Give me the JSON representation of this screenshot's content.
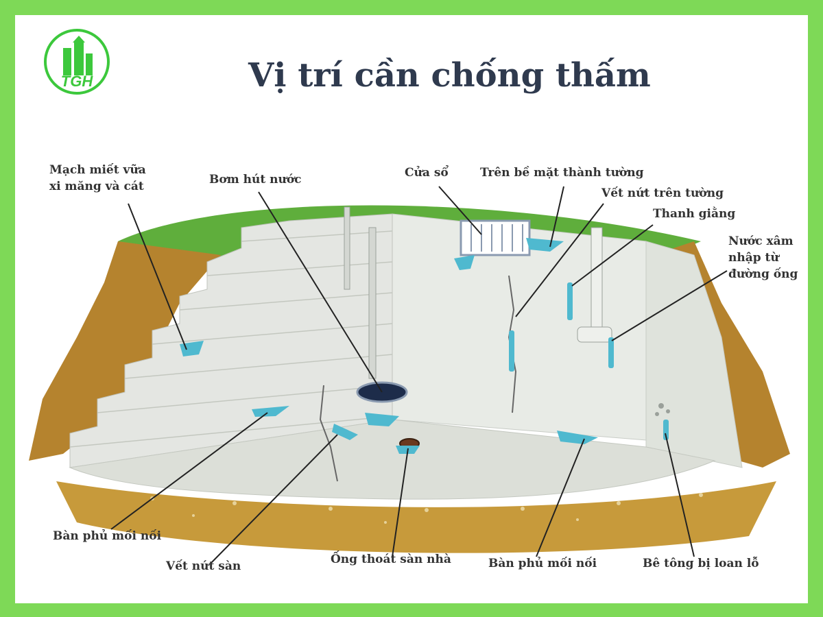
{
  "title": "Vị trí cần chống thấm",
  "logo": {
    "text": "TGH",
    "ring_color": "#3cc83c",
    "icon": "building-icon"
  },
  "colors": {
    "frame": "#7ed957",
    "title": "#2f3a4e",
    "soil": "#b5832e",
    "grass": "#5fae3c",
    "wall": "#e8ebe6",
    "leak": "#4fb9cf"
  },
  "labels": {
    "mortar_joints_1": "Mạch miết vữa",
    "mortar_joints_2": "xi măng và cát",
    "sump_pump": "Bơm hút nước",
    "window": "Cửa sổ",
    "wall_surface": "Trên bề mặt thành tường",
    "wall_crack": "Vết nứt trên tường",
    "tie_rod": "Thanh giằng",
    "pipe_leak_1": "Nước xâm",
    "pipe_leak_2": "nhập từ",
    "pipe_leak_3": "đường ống",
    "joint_cover_left": "Bàn phủ mối nối",
    "floor_crack": "Vết nứt sàn",
    "floor_drain": "Ống thoát sàn nhà",
    "joint_cover_right": "Bàn phủ mối nối",
    "honeycomb_concrete": "Bê tông bị loan lỗ"
  }
}
